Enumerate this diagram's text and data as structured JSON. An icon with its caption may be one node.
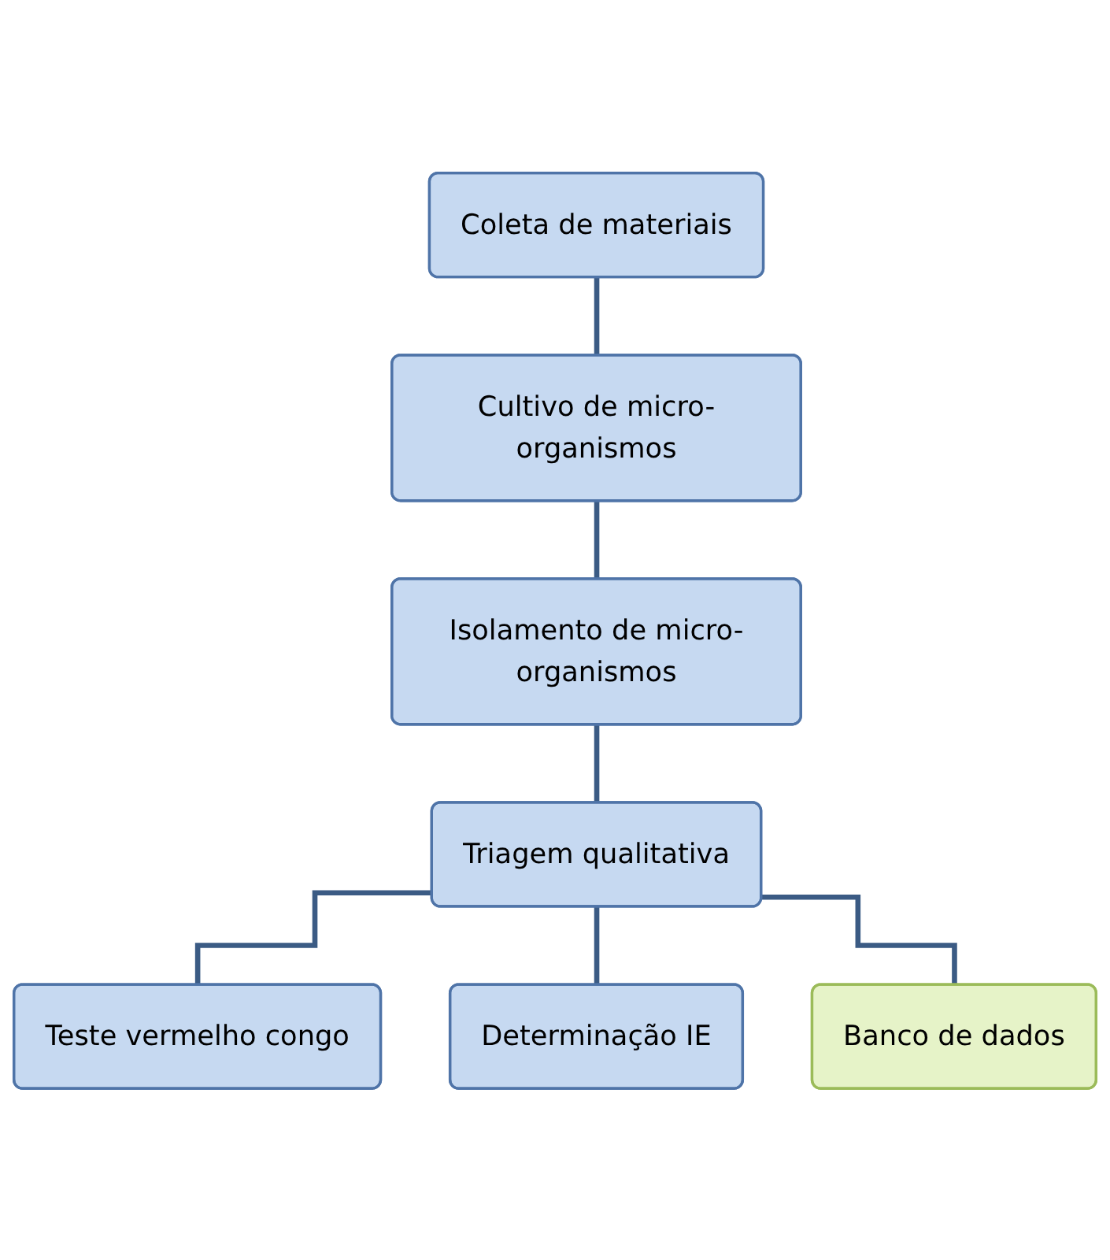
{
  "diagram": {
    "nodes": [
      {
        "text": [
          "Coleta de materiais"
        ]
      },
      {
        "text": [
          "Cultivo de micro-organismos"
        ]
      },
      {
        "text": [
          "Isolamento de micro-organismos"
        ]
      },
      {
        "text": [
          "Triagem qualitativa"
        ]
      },
      {
        "text": [
          "Teste vermelho congo"
        ]
      },
      {
        "text": [
          "Determinação IE"
        ]
      },
      {
        "text": [
          "Banco de dados"
        ]
      }
    ],
    "edges": [
      {
        "from": 0,
        "to": 1,
        "arrow": "none"
      },
      {
        "from": 1,
        "to": 2,
        "arrow": "none"
      },
      {
        "from": 2,
        "to": 3,
        "arrow": "none"
      },
      {
        "from": 3,
        "to": 4,
        "arrow": "none"
      },
      {
        "from": 3,
        "to": 5,
        "arrow": "none"
      },
      {
        "from": 3,
        "to": 6,
        "arrow": "none"
      }
    ]
  }
}
